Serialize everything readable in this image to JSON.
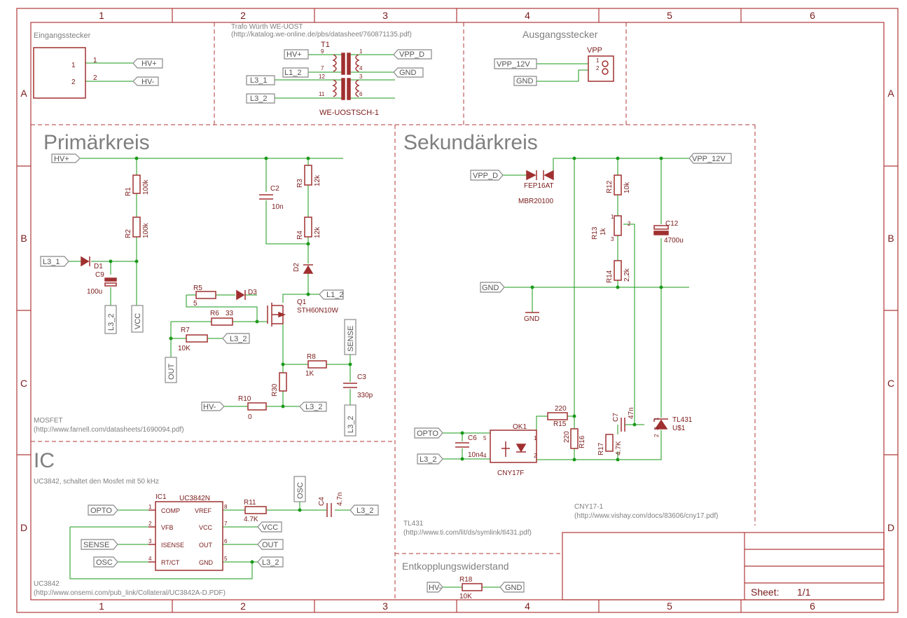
{
  "colors": {
    "frame": "#b03a3a",
    "wire": "#1a9a1a",
    "component": "#a03030",
    "label": "#7f7f7f",
    "text": "#7a1a1a",
    "annotation": "#555555",
    "grey": "#888888",
    "background": "#ffffff"
  },
  "border": {
    "columns": [
      "1",
      "2",
      "3",
      "4",
      "5",
      "6"
    ],
    "rows": [
      "A",
      "B",
      "C",
      "D"
    ]
  },
  "sections": {
    "eingangsstecker": "Eingangsstecker",
    "trafo": "Trafo Würth WE-UOST",
    "trafo_url": "(http://katalog.we-online.de/pbs/datasheet/760871135.pdf)",
    "ausgangsstecker": "Ausgangsstecker",
    "primaer": "Primärkreis",
    "sekundaer": "Sekundärkreis",
    "ic": "IC",
    "ic_desc": "UC3842, schaltet den Mosfet mit 50 kHz",
    "mosfet": "MOSFET",
    "mosfet_url": "(http://www.farnell.com/datasheets/1690094.pdf)",
    "uc3842": "UC3842",
    "uc3842_url": "(http://www.onsemi.com/pub_link/Collateral/UC3842A-D.PDF)",
    "tl431": "TL431",
    "tl431_url": "(http://www.ti.com/lit/ds/symlink/tl431.pdf)",
    "cny": "CNY17-1",
    "cny_url": "(http://www.vishay.com/docs/83606/cny17.pdf)",
    "entkopplung": "Entkopplungswiderstand"
  },
  "net_labels": {
    "hv_plus": "HV+",
    "hv_minus": "HV-",
    "vpp_d": "VPP_D",
    "gnd": "GND",
    "l1_2": "L1_2",
    "l3_1": "L3_1",
    "l3_2": "L3_2",
    "vpp_12v": "VPP_12V",
    "vcc": "VCC",
    "out": "OUT",
    "sense": "SENSE",
    "osc": "OSC",
    "opto": "OPTO"
  },
  "parts": {
    "t1": "T1",
    "t1_value": "WE-UOSTSCH-1",
    "t1_pins": [
      "9",
      "7",
      "12",
      "11",
      "1",
      "4",
      "3",
      "6"
    ],
    "jin_pins": [
      "1",
      "2"
    ],
    "vpp": "VPP",
    "vpp_pins": [
      "1",
      "2"
    ],
    "r1": "R1",
    "r1_value": "100k",
    "r2": "R2",
    "r2_value": "100k",
    "c2": "C2",
    "c2_value": "10n",
    "r3": "R3",
    "r3_value": "12k",
    "r4": "R4",
    "r4_value": "12k",
    "d1": "D1",
    "c9": "C9",
    "c9_value": "100u",
    "d2": "D2",
    "r5": "R5",
    "r5_value": "5",
    "d3": "D3",
    "r6": "R6",
    "r6_value": "33",
    "r7": "R7",
    "r7_value": "10K",
    "q1": "Q1",
    "q1_value": "STH60N10W",
    "r8": "R8",
    "r8_value": "1K",
    "r30": "R30",
    "c3": "C3",
    "c3_value": "330p",
    "r10": "R10",
    "r10_value": "0",
    "d_fep": "FEP16AT",
    "d_fep_value": "MBR20100",
    "r12": "R12",
    "r12_value": "10k",
    "r13": "R13",
    "r13_value": "1k",
    "r13_pins": [
      "1",
      "2",
      "3"
    ],
    "r14": "R14",
    "r14_value": "2,2k",
    "c12": "C12",
    "c12_value": "4700u",
    "r15": "R15",
    "r15_value": "220",
    "r16": "R16",
    "r16_value": "220",
    "r17": "R17",
    "r17_value": "4.7K",
    "c7": "C7",
    "c7_value": "47n",
    "u1": "TL431",
    "u1_name": "U$1",
    "u1_pins": [
      "3",
      "2",
      "1"
    ],
    "c6": "C6",
    "c6_value": "10n4",
    "ok1": "OK1",
    "ok1_value": "CNY17F",
    "ok1_pins": [
      "5",
      "4",
      "1",
      "2"
    ],
    "ic1": "IC1",
    "ic1_value": "UC3842N",
    "ic1_left": [
      "COMP",
      "VFB",
      "ISENSE",
      "RT/CT"
    ],
    "ic1_right": [
      "VREF",
      "VCC",
      "OUT",
      "GND"
    ],
    "ic1_left_nums": [
      "1",
      "2",
      "3",
      "4"
    ],
    "ic1_right_nums": [
      "8",
      "7",
      "6",
      "5"
    ],
    "r11": "R11",
    "r11_value": "4.7K",
    "c4": "C4",
    "c4_value": "4.7n",
    "r18": "R18",
    "r18_value": "10K"
  },
  "title_block": {
    "sheet_label": "Sheet:",
    "sheet_value": "1/1"
  }
}
